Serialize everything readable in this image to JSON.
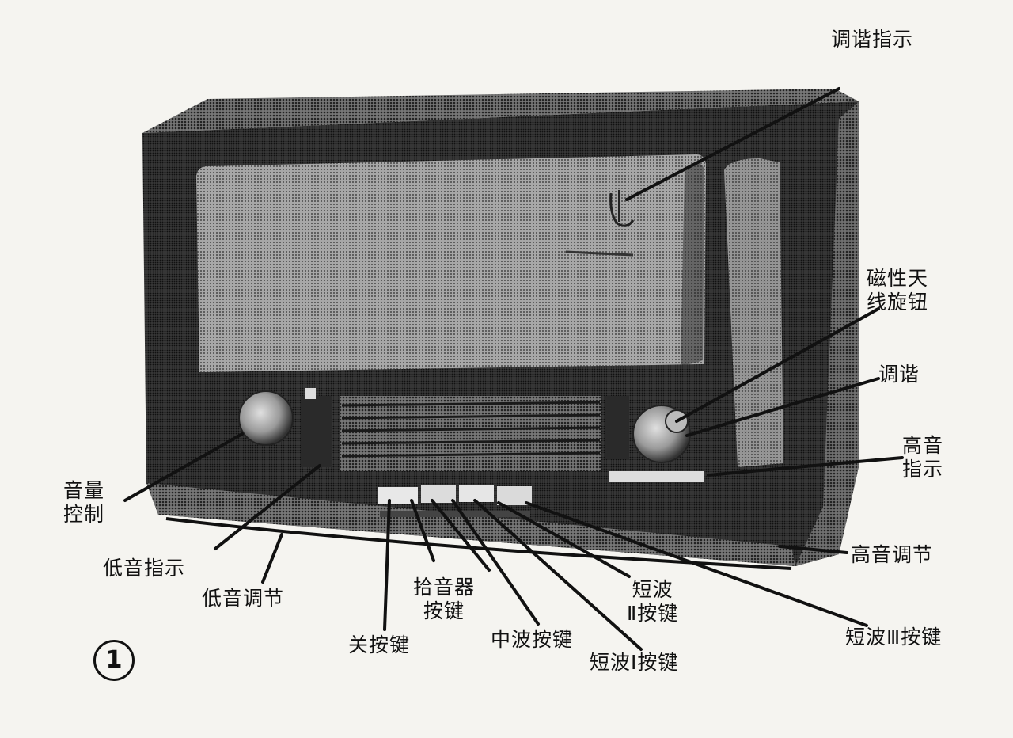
{
  "figure_number": "1",
  "labels": {
    "tuning_indicator": "调谐指示",
    "magnetic_antenna_knob_line1": "磁性天",
    "magnetic_antenna_knob_line2": "线旋钮",
    "tuning": "调谐",
    "treble_indicator_line1": "高音",
    "treble_indicator_line2": "指示",
    "treble_adjust": "高音调节",
    "volume_control_line1": "音量",
    "volume_control_line2": "控制",
    "bass_indicator": "低音指示",
    "bass_adjust": "低音调节",
    "off_key": "关按键",
    "pickup_key_line1": "拾音器",
    "pickup_key_line2": "按键",
    "medium_wave_key": "中波按键",
    "shortwave1_key": "短波Ⅰ按键",
    "shortwave2_key_line1": "短波",
    "shortwave2_key_line2": "Ⅱ按键",
    "shortwave3_key": "短波Ⅲ按键"
  }
}
